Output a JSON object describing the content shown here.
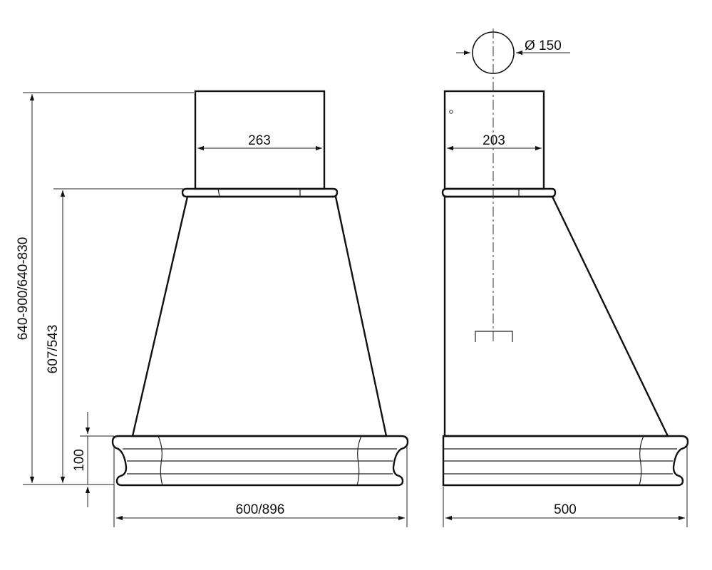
{
  "dimensions": {
    "diameter": "Ø 150",
    "chimney_width_front": "263",
    "chimney_width_side": "203",
    "total_height": "640-900/640-830",
    "hood_height": "607/543",
    "trim_height": "100",
    "width_front": "600/896",
    "depth_side": "500"
  },
  "colors": {
    "trim": "#f3e2c6",
    "stroke": "#111111",
    "steel_light": "#ffffff",
    "steel_dark": "#c9c9c9"
  }
}
